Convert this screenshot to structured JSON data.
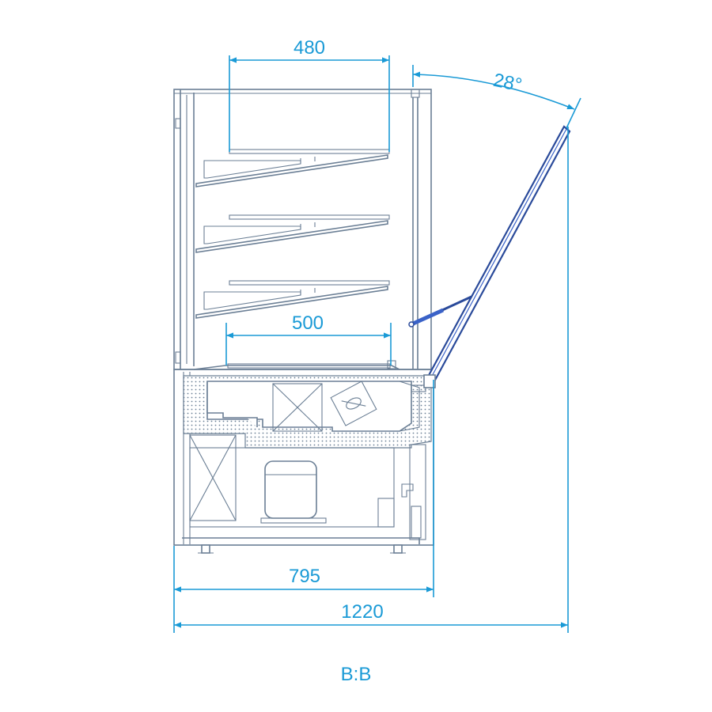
{
  "dimensions": {
    "shelf_depth": "480",
    "base_depth": "500",
    "body_depth": "795",
    "total_depth": "1220",
    "lid_angle": "28°"
  },
  "section_label": "B:B",
  "colors": {
    "dimension": "#1a9ad6",
    "outline": "#6b7f95",
    "lid": "#2a4a9a"
  }
}
